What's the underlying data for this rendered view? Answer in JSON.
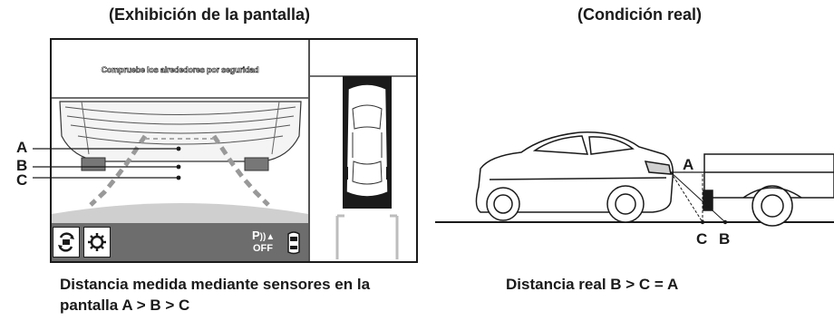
{
  "left_heading": "(Exhibición de la pantalla)",
  "right_heading": "(Condición real)",
  "screen": {
    "banner": "Compruebe los alrededores por seguridad",
    "parking_sensor_label": "OFF",
    "guide_labels": [
      "A",
      "B",
      "C"
    ]
  },
  "real": {
    "labels": {
      "a": "A",
      "b": "B",
      "c": "C"
    }
  },
  "left_caption": "Distancia medida mediante sensores en la pantalla A > B > C",
  "right_caption": "Distancia real B > C = A",
  "icons": [
    "camera-switch-icon",
    "settings-gear-icon",
    "parking-sensor-icon",
    "car-top-view-icon"
  ]
}
